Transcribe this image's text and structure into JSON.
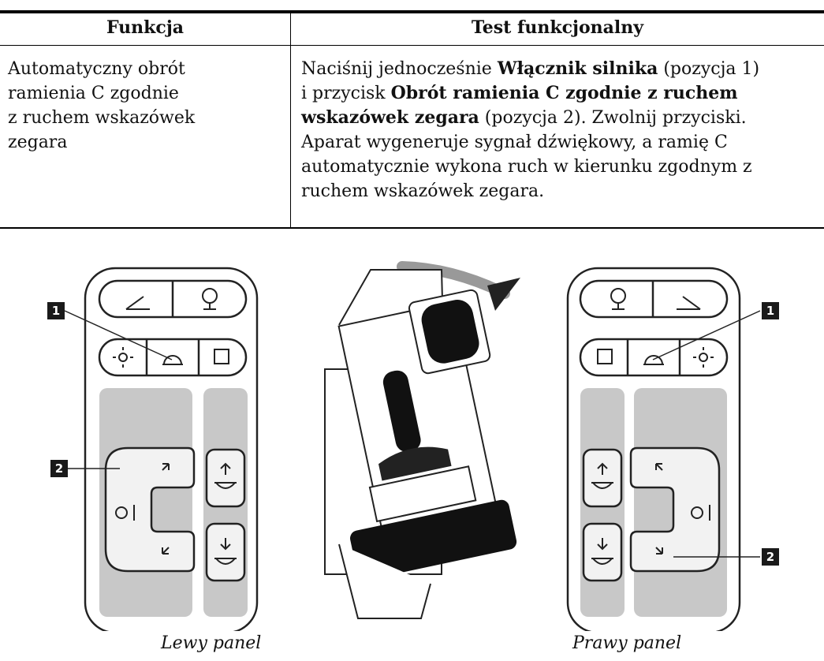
{
  "table": {
    "headers": [
      "Funkcja",
      "Test funkcjonalny"
    ],
    "row": {
      "function_lines": [
        "Automatyczny obrót",
        "ramienia C zgodnie",
        "z ruchem wskazówek",
        "zegara"
      ],
      "test": {
        "l1_a": "Naciśnij jednocześnie ",
        "l1_b": "Włącznik silnika",
        "l1_c": " (pozycja 1)",
        "l2_a": "i przycisk ",
        "l2_b": "Obrót ramienia C zgodnie z ruchem",
        "l3_a": "wskazówek zegara",
        "l3_b": " (pozycja 2). Zwolnij przyciski.",
        "l4": "Aparat wygeneruje sygnał dźwiękowy, a ramię C",
        "l5": "automatycznie wykona ruch w kierunku zgodnym z",
        "l6": "ruchem wskazówek zegara."
      }
    }
  },
  "figure": {
    "left_panel_label": "Lewy panel",
    "right_panel_label": "Prawy panel",
    "callouts": [
      "1",
      "2"
    ]
  }
}
